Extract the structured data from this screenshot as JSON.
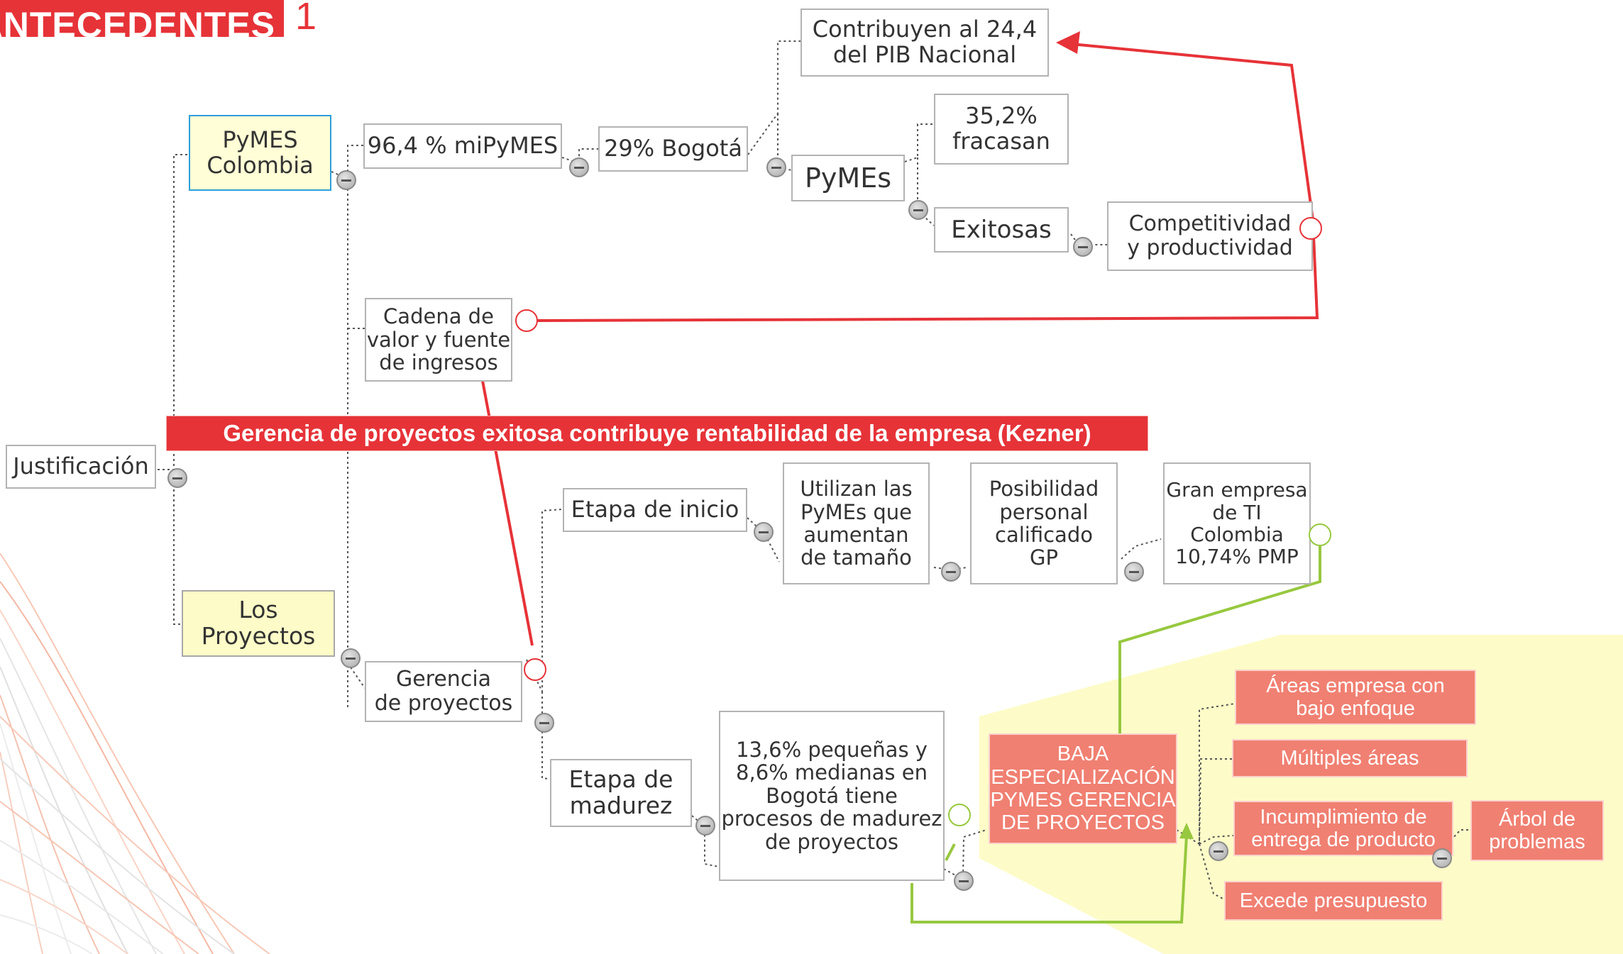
{
  "header": {
    "title": "ANTECEDENTES",
    "number": "1"
  },
  "central": {
    "text": "Gerencia de proyectos exitosa contribuye rentabilidad de la empresa (Kezner)"
  },
  "nodes": {
    "justificacion": "Justificación",
    "pymes_colombia": "PyMES\nColombia",
    "mipymes": "96,4 % miPyMES",
    "bogota": "29% Bogotá",
    "pib": "Contribuyen al 24,4\ndel PIB Nacional",
    "pymes": "PyMEs",
    "fracasan": "35,2%\nfracasan",
    "exitosas": "Exitosas",
    "competitividad": "Competitividad\ny productividad",
    "cadena": "Cadena de\nvalor y fuente\nde ingresos",
    "los_proyectos": "Los\nProyectos",
    "gerencia": "Gerencia\nde proyectos",
    "etapa_inicio": "Etapa de inicio",
    "utilizan": "Utilizan las\nPyMEs que\naumentan\nde tamaño",
    "posibilidad": "Posibilidad\npersonal\ncalificado\nGP",
    "gran_empresa": "Gran empresa\nde TI Colombia\n10,74% PMP",
    "etapa_madurez": "Etapa de\nmadurez",
    "madurez_pct": "13,6% pequeñas y\n8,6% medianas en\nBogotá tiene\nprocesos de madurez\nde proyectos",
    "baja": "BAJA\nESPECIALIZACIÓN\nPYMES GERENCIA\nDE PROYECTOS",
    "areas_bajo": "Áreas empresa con\nbajo enfoque",
    "multiples": "Múltiples áreas",
    "incumplimiento": "Incumplimiento de\nentrega de producto",
    "arbol": "Árbol de\nproblemas",
    "excede": "Excede presupuesto"
  },
  "colors": {
    "accent_red": "#e63338",
    "accent_green": "#97c83f",
    "problem_fill": "#f08072",
    "highlight_yellow": "#fdfcc8",
    "node_border": "#b3b3b3"
  }
}
